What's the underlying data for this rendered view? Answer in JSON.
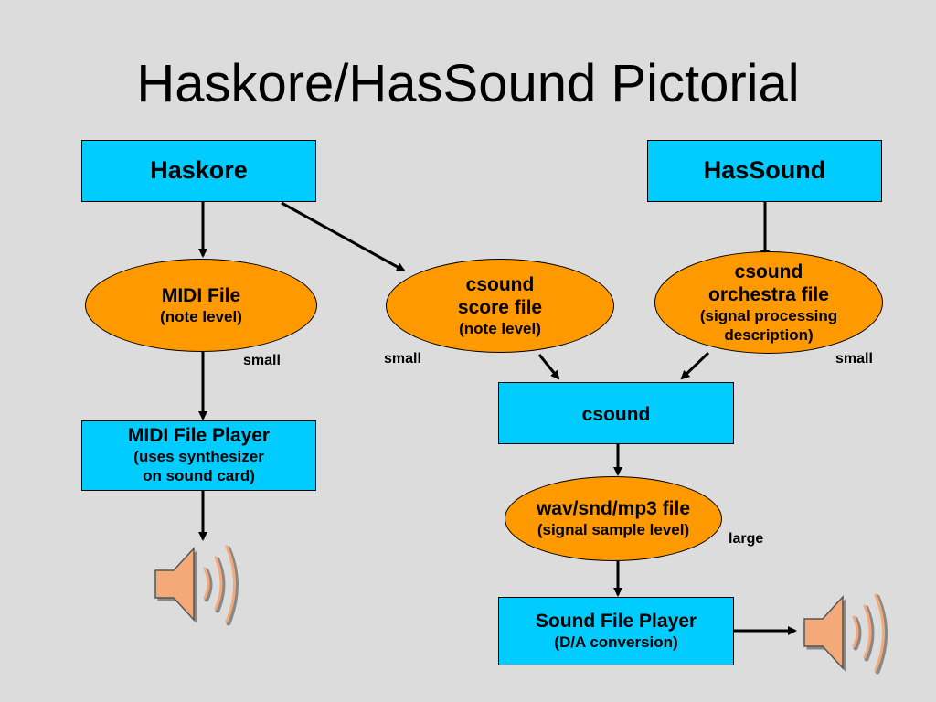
{
  "title": "Haskore/HasSound Pictorial",
  "nodes": {
    "haskore": {
      "label": "Haskore"
    },
    "hassound": {
      "label": "HasSound"
    },
    "midi_file": {
      "line1": "MIDI File",
      "line2": "(note level)"
    },
    "score_file": {
      "line1": "csound",
      "line2": "score file",
      "line3": "(note level)"
    },
    "orchestra_file": {
      "line1": "csound",
      "line2": "orchestra file",
      "line3": "(signal processing",
      "line4": "description)"
    },
    "csound": {
      "label": "csound"
    },
    "midi_player": {
      "line1": "MIDI File Player",
      "line2": "(uses synthesizer",
      "line3": "on sound card)"
    },
    "wav_file": {
      "line1": "wav/snd/mp3 file",
      "line2": "(signal sample level)"
    },
    "sound_player": {
      "line1": "Sound File Player",
      "line2": "(D/A conversion)"
    }
  },
  "size_labels": {
    "midi": "small",
    "score": "small",
    "orchestra": "small",
    "wav": "large"
  },
  "icons": [
    "speaker-icon",
    "speaker-icon"
  ],
  "colors": {
    "background": "#dcdcdc",
    "box": "#00ccff",
    "oval": "#ff9900",
    "speaker": "#f4a978"
  }
}
